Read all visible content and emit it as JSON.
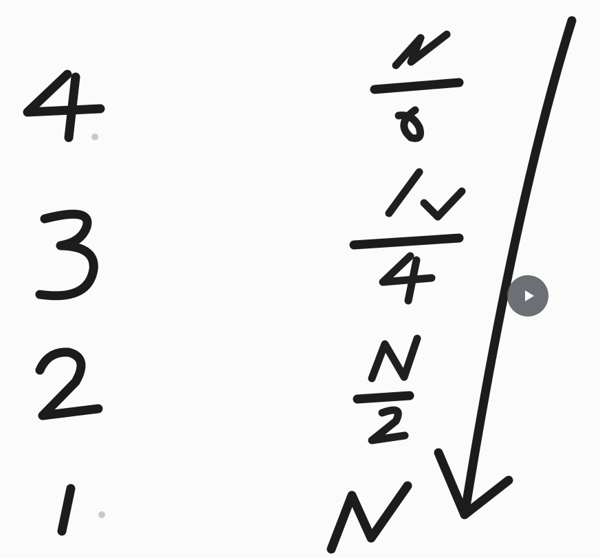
{
  "levels": [
    {
      "level": "4",
      "value": "N/8",
      "numerator": "N",
      "denominator": "8"
    },
    {
      "level": "3",
      "value": "N/4",
      "numerator": "N",
      "denominator": "4"
    },
    {
      "level": "2",
      "value": "N/2",
      "numerator": "N",
      "denominator": "2"
    },
    {
      "level": "1",
      "value": "N"
    }
  ],
  "play_button_icon": "play-icon",
  "ink_color": "#1c1c1c",
  "play_button_color": "#5f6368"
}
